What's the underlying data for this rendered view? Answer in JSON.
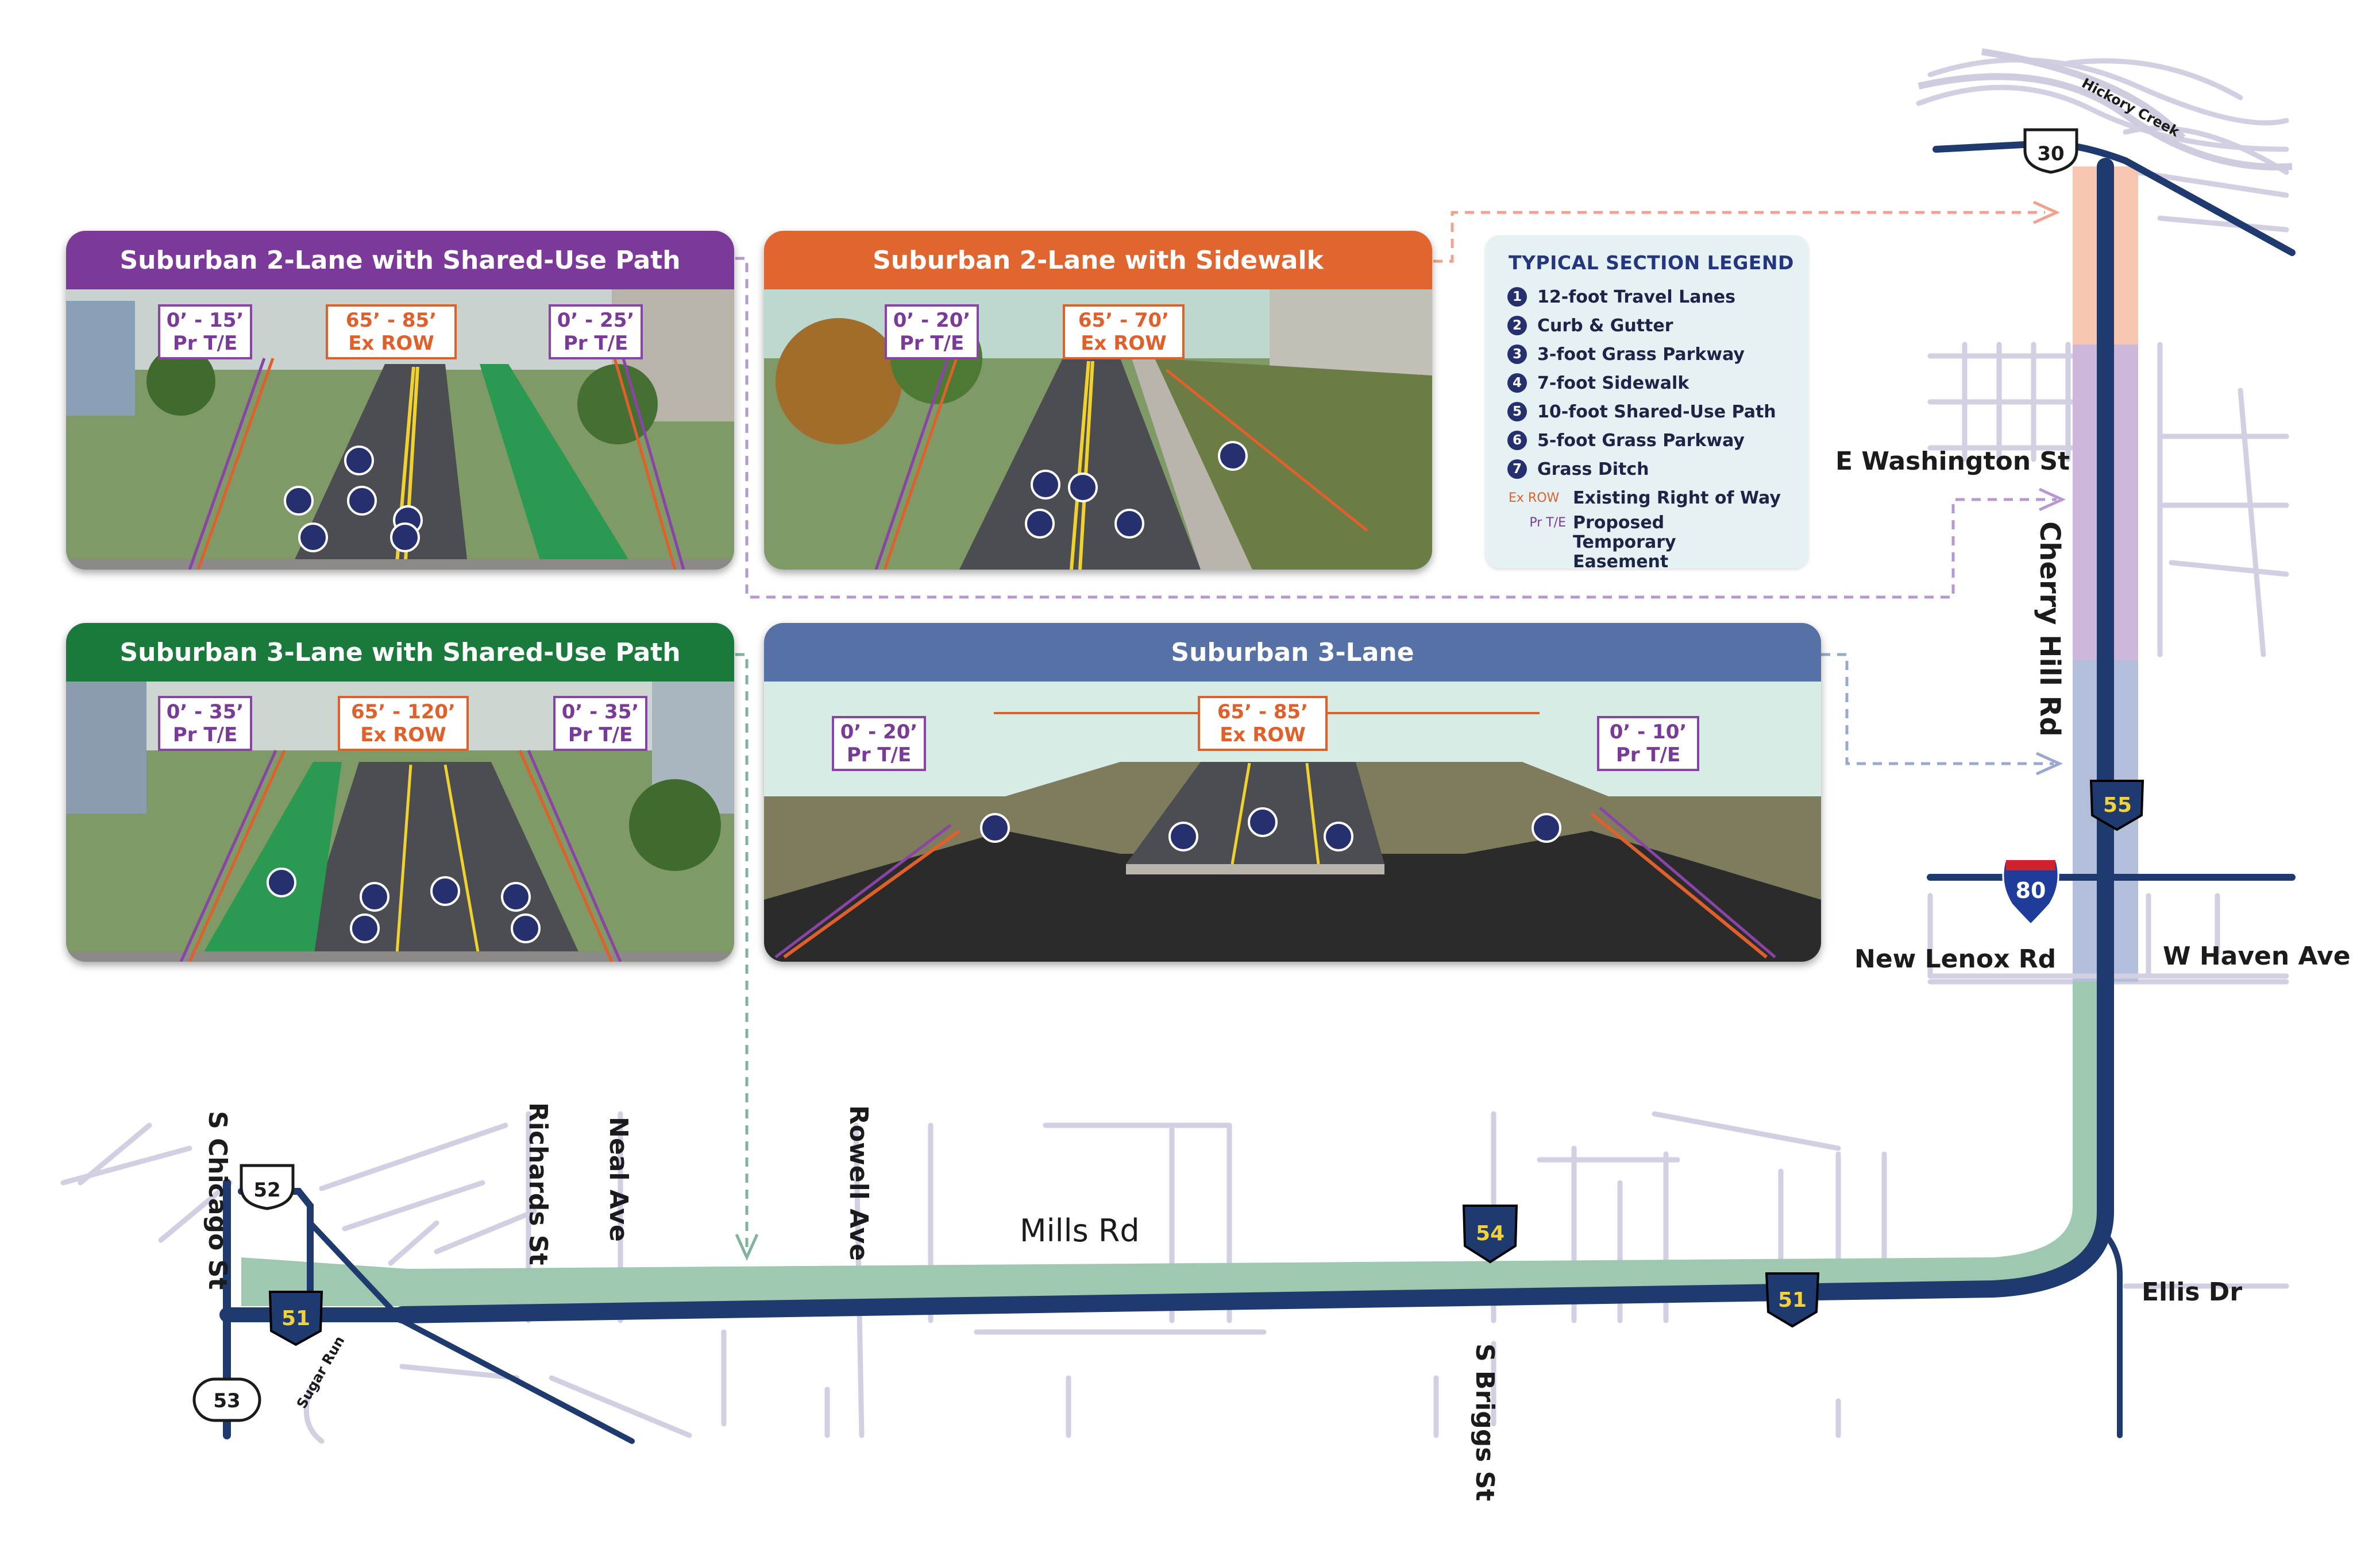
{
  "panels": {
    "p1": {
      "title": "Suburban 2-Lane with Shared-Use Path",
      "color": "#7b3a9a",
      "left_te": "0’ - 15’\nPr T/E",
      "row": "65’ - 85’\nEx ROW",
      "right_te": "0’ - 25’\nPr T/E"
    },
    "p2": {
      "title": "Suburban 2-Lane with Sidewalk",
      "color": "#e0652f",
      "left_te": "0’ - 20’\nPr T/E",
      "row": "65’ - 70’\nEx ROW"
    },
    "p3": {
      "title": "Suburban 3-Lane with Shared-Use Path",
      "color": "#1a7a3c",
      "left_te": "0’ - 35’\nPr T/E",
      "row": "65’ - 120’\nEx ROW",
      "right_te": "0’ - 35’\nPr T/E"
    },
    "p4": {
      "title": "Suburban 3-Lane",
      "color": "#5671a6",
      "left_te": "0’ - 20’\nPr T/E",
      "row": "65’ - 85’\nEx ROW",
      "right_te": "0’ - 10’\nPr T/E"
    }
  },
  "legend": {
    "title": "TYPICAL SECTION LEGEND",
    "items": [
      {
        "num": "1",
        "label": "12-foot Travel Lanes"
      },
      {
        "num": "2",
        "label": "Curb & Gutter"
      },
      {
        "num": "3",
        "label": "3-foot Grass Parkway"
      },
      {
        "num": "4",
        "label": "7-foot Sidewalk"
      },
      {
        "num": "5",
        "label": "10-foot Shared-Use Path"
      },
      {
        "num": "6",
        "label": "5-foot Grass Parkway"
      },
      {
        "num": "7",
        "label": "Grass Ditch"
      }
    ],
    "row_abbr": "Ex ROW",
    "row_label": "Existing Right of Way",
    "te_abbr": "Pr T/E",
    "te_label": "Proposed Temporary Easement"
  },
  "streets": {
    "hickory_creek": "Hickory Creek",
    "e_washington": "E Washington St",
    "cherry_hill": "Cherry Hill Rd",
    "new_lenox": "New Lenox Rd",
    "w_haven": "W Haven Ave",
    "ellis": "Ellis Dr",
    "mills": "Mills Rd",
    "s_briggs": "S Briggs St",
    "rowell": "Rowell Ave",
    "neal": "Neal Ave",
    "richards": "Richards St",
    "s_chicago": "S Chicago St",
    "sugar_run": "Sugar Run"
  },
  "shields": {
    "us30": "30",
    "rt55": "55",
    "i80": "80",
    "rt54": "54",
    "rt51_east": "51",
    "rt51_west": "51",
    "us52": "52",
    "rt53": "53"
  },
  "colors": {
    "route": "#1f3a6e",
    "segment_orange": "#f6c6b0",
    "segment_purple": "#cdb8dc",
    "segment_blue": "#b3bedb",
    "segment_green": "#9fc8b0",
    "street": "#cdc9e0",
    "te": "#8a44a8",
    "row": "#e0602c"
  }
}
